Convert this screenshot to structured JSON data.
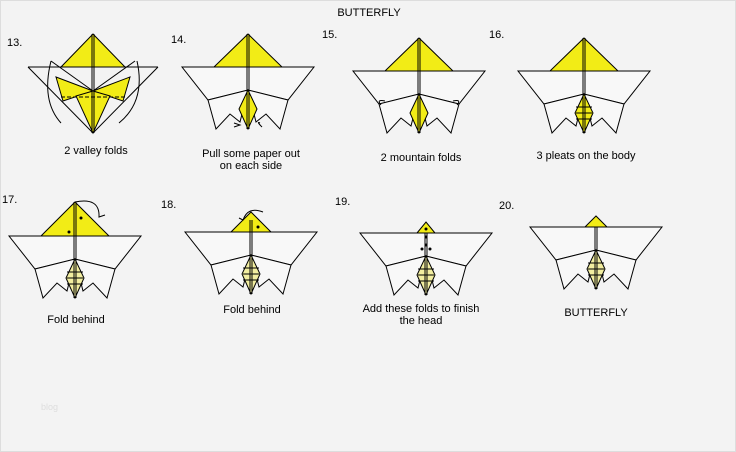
{
  "title": "BUTTERFLY",
  "watermark": "blog",
  "steps": [
    {
      "number": "13.",
      "caption": "2 valley folds"
    },
    {
      "number": "14.",
      "caption": "Pull some paper out on each side"
    },
    {
      "number": "15.",
      "caption": "2 mountain folds"
    },
    {
      "number": "16.",
      "caption": "3 pleats on the body"
    },
    {
      "number": "17.",
      "caption": "Fold behind"
    },
    {
      "number": "18.",
      "caption": "Fold behind"
    },
    {
      "number": "19.",
      "caption": "Add these folds to finish the head"
    },
    {
      "number": "20.",
      "caption": "BUTTERFLY"
    }
  ],
  "colors": {
    "paper_yellow": "#f2ec16",
    "light_yellow": "#f2eea0",
    "background": "#f3f3f3"
  }
}
